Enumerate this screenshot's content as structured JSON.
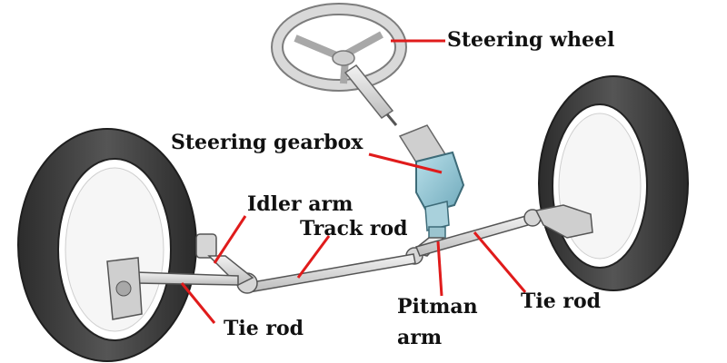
{
  "labels": {
    "steering_wheel": "Steering wheel",
    "steering_gearbox": "Steering gearbox",
    "idler_arm": "Idler arm",
    "track_rod": "Track rod",
    "pitman_line1": "Pitman",
    "pitman_line2": "arm",
    "tie_rod_right": "Tie rod",
    "tie_rod_left": "Tie rod"
  },
  "colors": {
    "leader": "#e01b1b",
    "tire": "#3a3a3a",
    "metal": "#dcdcdc",
    "gearbox": "#8fc6d6"
  }
}
